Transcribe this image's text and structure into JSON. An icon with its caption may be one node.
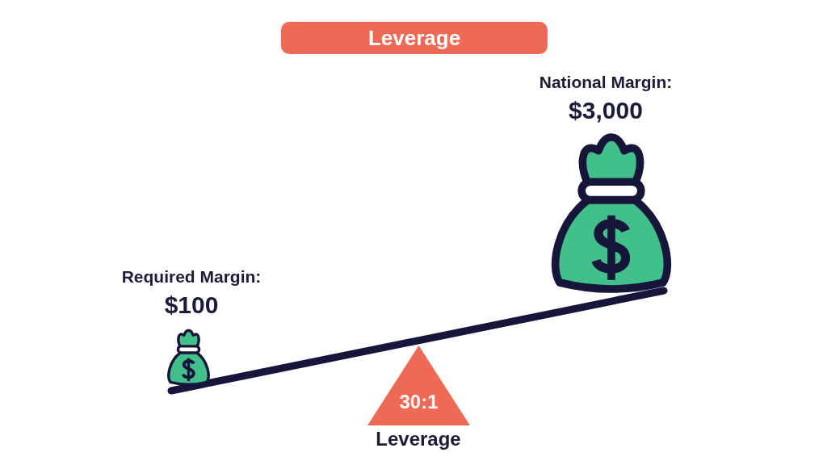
{
  "diagram": {
    "title": "Leverage",
    "nodes": [
      {
        "text": [
          "30:1"
        ],
        "beside": [
          "Leverage"
        ]
      }
    ],
    "labels": [
      "National Margin:",
      "$3,000",
      "Required Margin:",
      "$100"
    ]
  }
}
